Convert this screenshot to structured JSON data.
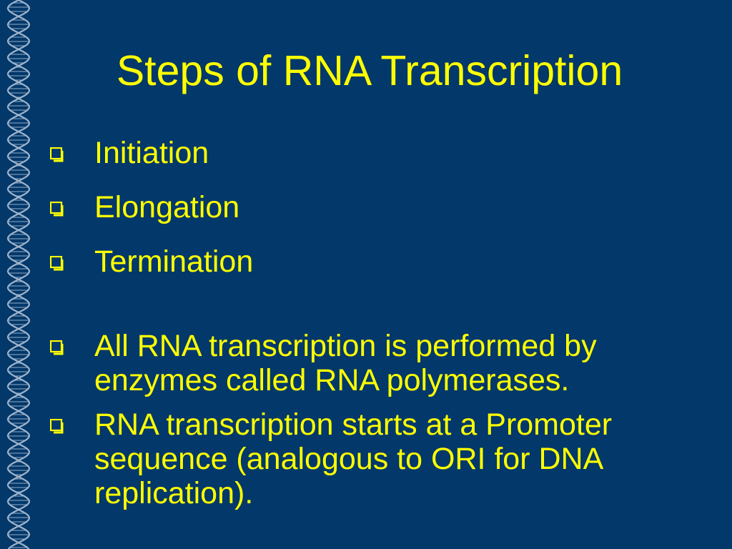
{
  "slide": {
    "title": "Steps of RNA Transcription",
    "bullets": [
      "Initiation",
      "Elongation",
      "Termination",
      "All RNA transcription is performed by enzymes called RNA polymerases.",
      "RNA transcription starts at a Promoter sequence (analogous to ORI for DNA replication)."
    ]
  },
  "colors": {
    "background": "#02386a",
    "text": "#ffff00",
    "dna_strand": "#9fb4cc"
  },
  "icons": {
    "bullet": "hollow-square-bullet-icon",
    "sidebar": "dna-helix-icon"
  }
}
